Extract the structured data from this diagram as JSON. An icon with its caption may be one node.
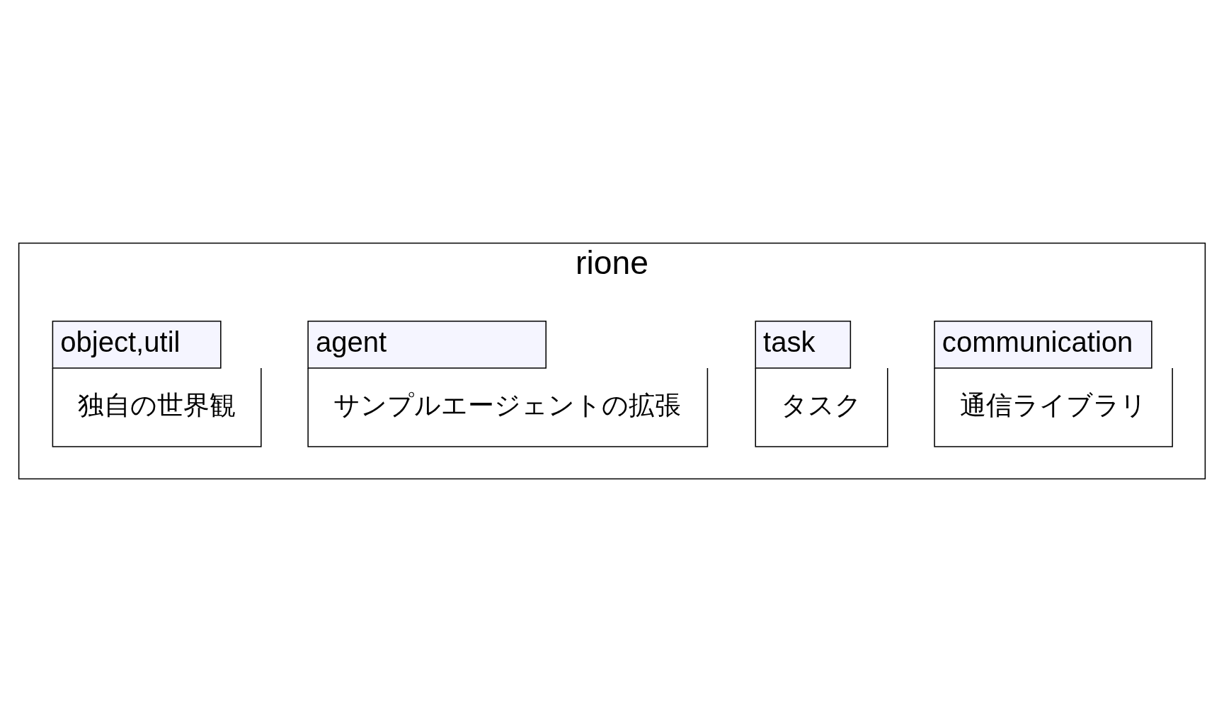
{
  "diagram": {
    "nodes": [
      {
        "text": [
          "rione"
        ]
      },
      {
        "text": [
          "communication",
          "通信ライブラリ"
        ],
        "in": 0
      },
      {
        "text": [
          "task",
          "タスク"
        ],
        "in": 0
      },
      {
        "text": [
          "agent",
          "サンプルエージェントの拡張"
        ],
        "in": 0
      },
      {
        "text": [
          "object,util",
          "独自の世界観"
        ],
        "in": 0
      }
    ],
    "edges": []
  }
}
